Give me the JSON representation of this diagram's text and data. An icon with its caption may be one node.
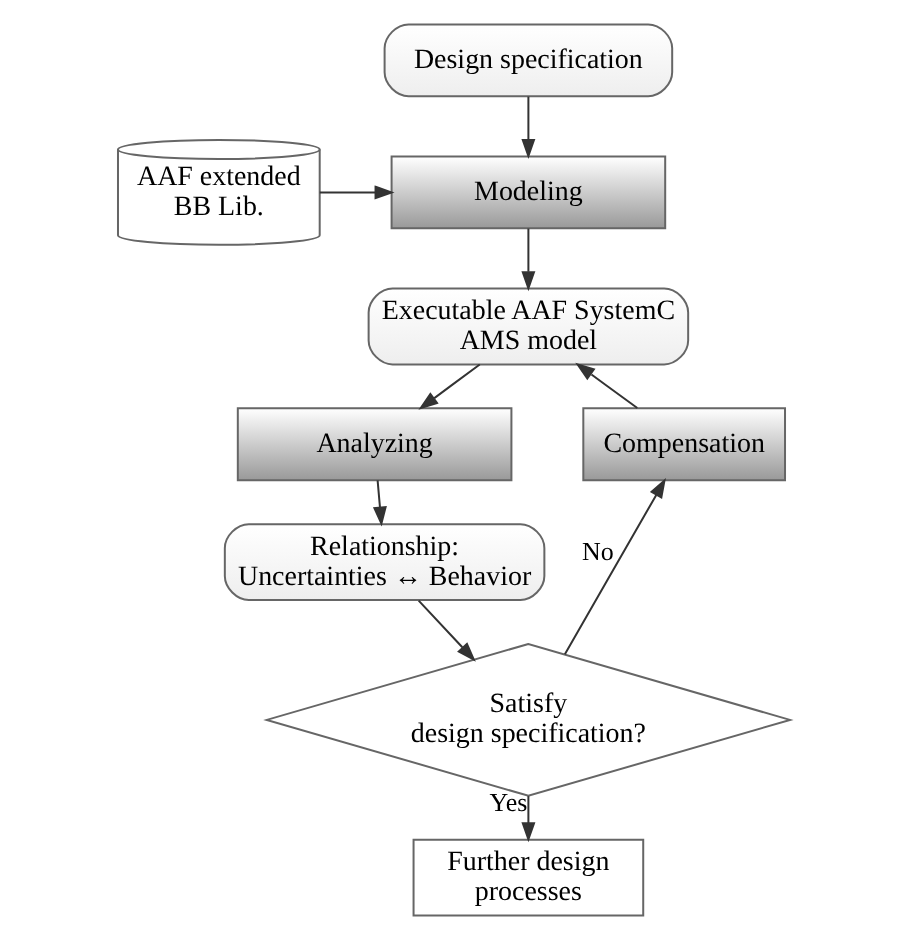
{
  "diagram": {
    "nodes": [
      {
        "text": [
          "Design specification"
        ]
      },
      {
        "text": [
          "Modeling"
        ]
      },
      {
        "text": [
          "AAF extended BB Lib."
        ]
      },
      {
        "text": [
          "Executable AAF SystemC AMS model"
        ]
      },
      {
        "text": [
          "Analyzing"
        ]
      },
      {
        "text": [
          "Compensation"
        ]
      },
      {
        "text": [
          "Relationship: Uncertainties ↔ Behavior"
        ]
      },
      {
        "text": [
          "Satisfy design specification?"
        ]
      },
      {
        "text": [
          "Further design processes"
        ]
      }
    ],
    "edges": [
      {
        "from": 0,
        "to": 1,
        "arrow": "to"
      },
      {
        "from": 2,
        "to": 1,
        "arrow": "to"
      },
      {
        "from": 1,
        "to": 3,
        "arrow": "to"
      },
      {
        "from": 3,
        "to": 4,
        "arrow": "to"
      },
      {
        "from": 4,
        "to": 6,
        "arrow": "to"
      },
      {
        "from": 6,
        "to": 7,
        "arrow": "to"
      },
      {
        "from": 7,
        "to": 8,
        "arrow": "to",
        "label": "Yes"
      },
      {
        "from": 7,
        "to": 5,
        "arrow": "to",
        "label": "No"
      },
      {
        "from": 5,
        "to": 3,
        "arrow": "to"
      }
    ]
  }
}
